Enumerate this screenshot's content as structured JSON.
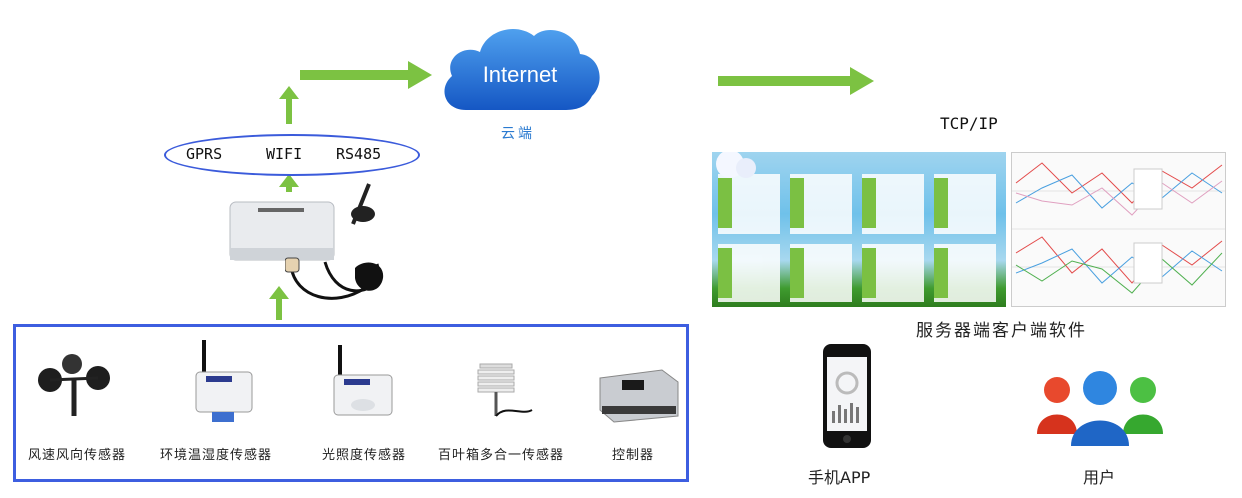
{
  "cloud": {
    "label": "Internet",
    "caption": "云端"
  },
  "connectivity": [
    "GPRS",
    "WIFI",
    "RS485"
  ],
  "sensors": [
    {
      "label": "风速风向传感器",
      "icon": "anemometer-icon"
    },
    {
      "label": "环境温湿度传感器",
      "icon": "temperature-humidity-sensor-icon"
    },
    {
      "label": "光照度传感器",
      "icon": "light-sensor-icon"
    },
    {
      "label": "百叶箱多合一传感器",
      "icon": "louver-box-sensor-icon"
    },
    {
      "label": "控制器",
      "icon": "controller-icon"
    }
  ],
  "server": {
    "protocol": "TCP/IP",
    "caption": "服务器端客户端软件"
  },
  "mobile": {
    "caption": "手机APP"
  },
  "users": {
    "caption": "用户"
  },
  "colors": {
    "arrow": "#7cc242",
    "cloud": "#1f6fd6",
    "panel_border": "#3d5ee0",
    "oval_border": "#3b5bdb"
  }
}
